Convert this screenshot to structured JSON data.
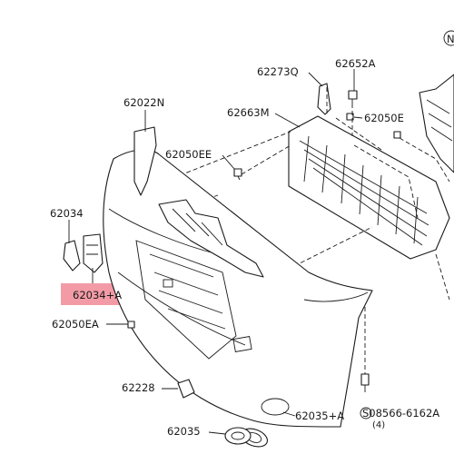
{
  "labels": {
    "p62022N": "62022N",
    "p62273Q": "62273Q",
    "p62652A": "62652A",
    "p62663M": "62663M",
    "p62050E": "62050E",
    "p62050EE": "62050EE",
    "p62034": "62034",
    "p62034A": "62034+A",
    "p62050EA": "62050EA",
    "p62228": "62228",
    "p08566": "S08566-6162A",
    "p08566qty": "(4)",
    "p62035A": "62035+A",
    "p62035": "62035",
    "corner_mark": "N"
  },
  "colors": {
    "highlight": "#f08a96",
    "line": "#1a1a1a"
  }
}
